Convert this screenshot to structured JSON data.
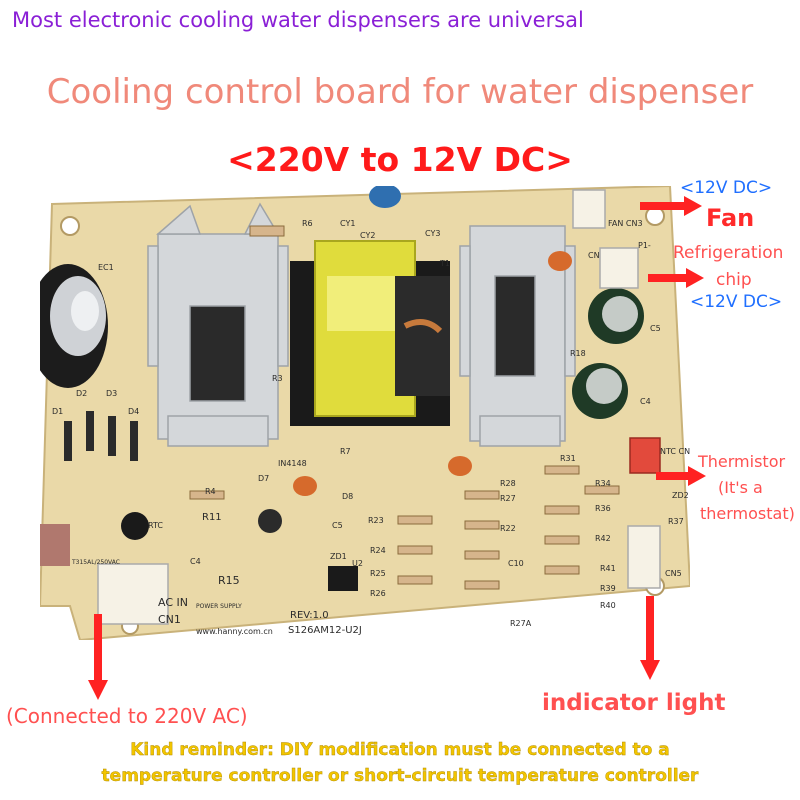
{
  "header": {
    "top_line": "Most electronic cooling water dispensers are universal",
    "title": "Cooling control board for water dispenser",
    "subtitle": "<220V to 12V DC>"
  },
  "labels": {
    "fan_voltage": "<12V DC>",
    "fan": "Fan",
    "refrigeration": "Refrigeration",
    "chip": "chip",
    "chip_voltage": "<12V DC>",
    "thermistor": "Thermistor",
    "thermistor_note_1": "(It's a",
    "thermistor_note_2": "thermostat)",
    "ac_input": "(Connected to 220V AC)",
    "indicator": "indicator light"
  },
  "reminder": {
    "line1": "Kind reminder: DIY modification must be connected to a",
    "line2": "temperature controller or short-circuit temperature controller"
  },
  "board_silkscreen": {
    "ec1": "EC1",
    "r6": "R6",
    "cy1": "CY1",
    "cy2": "CY2",
    "cy3": "CY3",
    "t1": "T1",
    "fan_cn3": "FAN CN3",
    "cn": "CN",
    "p1": "P1-",
    "c5": "C5",
    "c4": "C4",
    "r18": "R18",
    "ntc_cn4": "NTC CN4",
    "zd2": "ZD2",
    "r37": "R37",
    "cn5": "CN5",
    "r42": "R42",
    "r41": "R41",
    "r39": "R39",
    "r40": "R40",
    "r36": "R36",
    "r34": "R34",
    "r31": "R31",
    "r28": "R28",
    "r27": "R27",
    "r22": "R22",
    "r23": "R23",
    "r24": "R24",
    "r25": "R25",
    "r26": "R26",
    "r27a": "R27A",
    "r15": "R15",
    "r11": "R11",
    "r4": "R4",
    "d1": "D1",
    "d2": "D2",
    "d3": "D3",
    "d4": "D4",
    "d7": "D7",
    "d8": "D8",
    "zd1": "ZD1",
    "u2": "U2",
    "rtc": "RTC",
    "c4b": "C4",
    "c5b": "C5",
    "c10": "C10",
    "r7": "R7",
    "r3": "R3",
    "in4148": "IN4148",
    "fuse": "T315AL/250VAC",
    "acin": "AC IN",
    "cn1": "CN1",
    "rev": "REV:1.0",
    "model": "S126AM12-U2J",
    "url": "www.hanny.com.cn",
    "power_supply": "POWER SUPPLY"
  },
  "colors": {
    "board": "#ead9a8",
    "board_edge": "#c9b27a",
    "arrow": "#ff2222",
    "reminder": "#f2c500"
  }
}
